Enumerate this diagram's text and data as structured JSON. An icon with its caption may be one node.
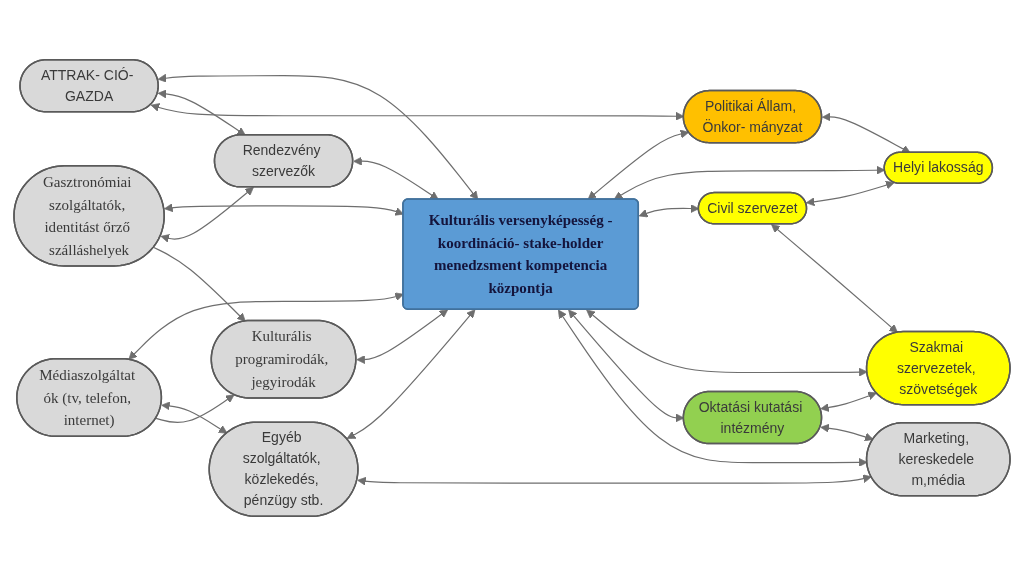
{
  "diagram": {
    "nodes": [
      {
        "text": [
          "Kulturális versenyképesség -koordináció- stake-holder menedzsment kompetencia központja"
        ]
      },
      {
        "text": [
          "Gasztronómiai szolgáltatók, identitást őrző szálláshelyek"
        ]
      },
      {
        "text": [
          "Rendezvény szervezők"
        ]
      },
      {
        "text": [
          "ATTRAK- CIÓ- GAZDA"
        ]
      },
      {
        "text": [
          "Politikai Állam, Önkor- mányzat"
        ]
      },
      {
        "text": [
          "Helyi lakosság"
        ]
      },
      {
        "text": [
          "Civil szervezet"
        ]
      },
      {
        "text": [
          "Szakmai szervezetek, szövetségek"
        ]
      },
      {
        "text": [
          "Oktatási kutatási intézmény"
        ]
      },
      {
        "text": [
          "Marketing, kereskedele m,média"
        ]
      },
      {
        "text": [
          "Egyéb szolgáltatók, közlekedés, pénzügy stb."
        ]
      },
      {
        "text": [
          "Médiaszolgáltat ók (tv, telefon, internet)"
        ]
      },
      {
        "text": [
          "Kulturális programirodák, jegyirodák"
        ]
      }
    ],
    "edges": [
      {
        "from": 1,
        "to": 0,
        "arrow": "both"
      },
      {
        "from": 2,
        "to": 0,
        "arrow": "both"
      },
      {
        "from": 3,
        "to": 0,
        "arrow": "both"
      },
      {
        "from": 0,
        "to": 4,
        "arrow": "both"
      },
      {
        "from": 0,
        "to": 5,
        "arrow": "both"
      },
      {
        "from": 0,
        "to": 6,
        "arrow": "both"
      },
      {
        "from": 0,
        "to": 7,
        "arrow": "both"
      },
      {
        "from": 0,
        "to": 8,
        "arrow": "both"
      },
      {
        "from": 0,
        "to": 9,
        "arrow": "both"
      },
      {
        "from": 10,
        "to": 0,
        "arrow": "both"
      },
      {
        "from": 11,
        "to": 0,
        "arrow": "both"
      },
      {
        "from": 12,
        "to": 0,
        "arrow": "both"
      },
      {
        "from": 1,
        "to": 2,
        "arrow": "both"
      },
      {
        "from": 3,
        "to": 2,
        "arrow": "both"
      },
      {
        "from": 3,
        "to": 4,
        "arrow": "both"
      },
      {
        "from": 4,
        "to": 5,
        "arrow": "both"
      },
      {
        "from": 6,
        "to": 5,
        "arrow": "both"
      },
      {
        "from": 6,
        "to": 7,
        "arrow": "both"
      },
      {
        "from": 8,
        "to": 7,
        "arrow": "both"
      },
      {
        "from": 8,
        "to": 9,
        "arrow": "both"
      },
      {
        "from": 10,
        "to": 9,
        "arrow": "both"
      },
      {
        "from": 11,
        "to": 10,
        "arrow": "both"
      },
      {
        "from": 11,
        "to": 12,
        "arrow": "to"
      },
      {
        "from": 1,
        "to": 12,
        "arrow": "to"
      }
    ]
  }
}
